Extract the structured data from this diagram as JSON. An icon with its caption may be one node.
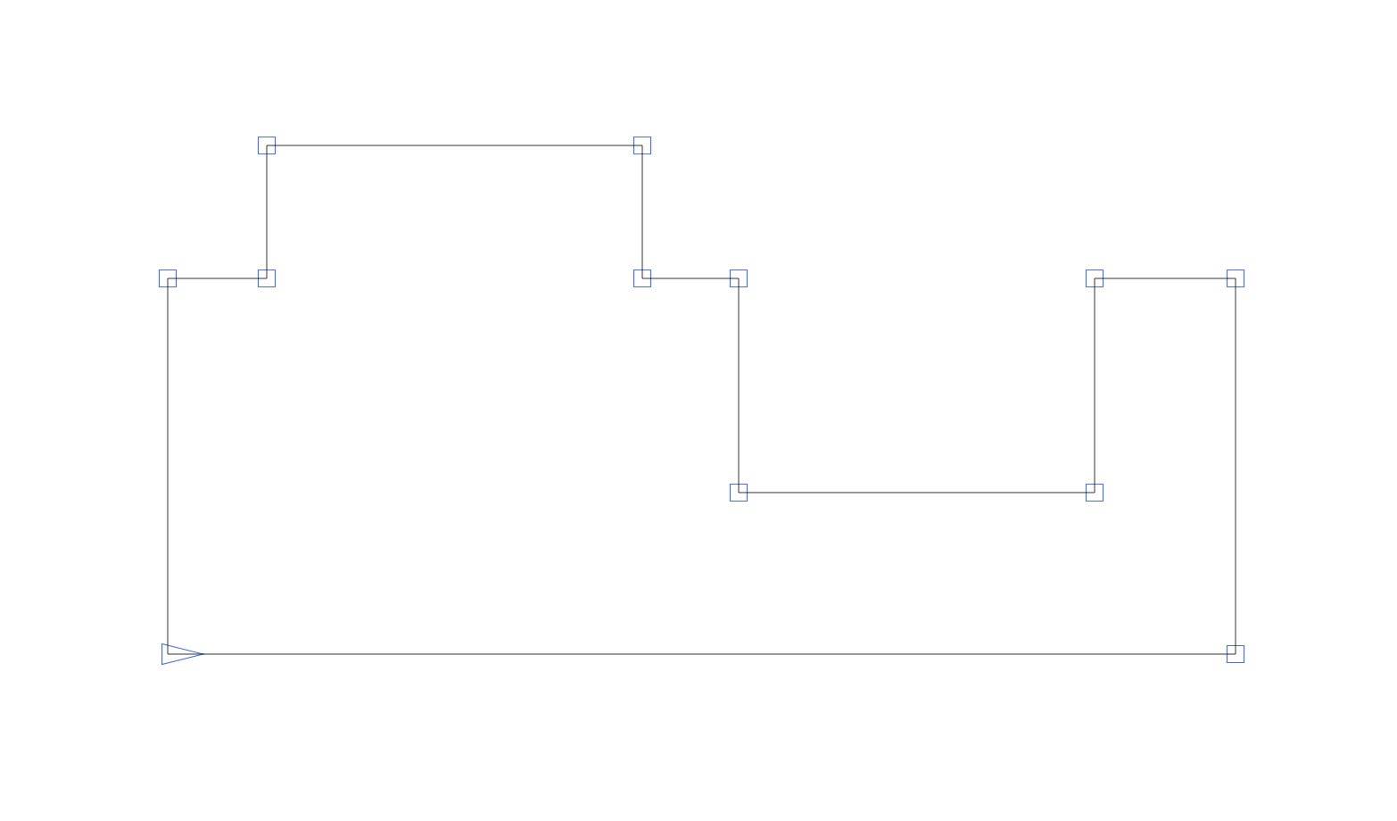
{
  "diagram": {
    "nodes": [
      {
        "text": [],
        "shape": "box"
      },
      {
        "text": [],
        "shape": "box"
      },
      {
        "text": [],
        "shape": "box"
      },
      {
        "text": [],
        "shape": "box"
      },
      {
        "text": [],
        "shape": "box"
      },
      {
        "text": [],
        "shape": "box"
      },
      {
        "text": [],
        "shape": "box"
      },
      {
        "text": [],
        "shape": "box"
      },
      {
        "text": [],
        "shape": "box"
      },
      {
        "text": [],
        "shape": "box"
      },
      {
        "text": [],
        "shape": "triangle"
      },
      {
        "text": [],
        "shape": "box"
      }
    ],
    "edges": [
      {
        "from": 10,
        "to": 2,
        "arrow": "none"
      },
      {
        "from": 2,
        "to": 3,
        "arrow": "none"
      },
      {
        "from": 3,
        "to": 0,
        "arrow": "none"
      },
      {
        "from": 0,
        "to": 1,
        "arrow": "none"
      },
      {
        "from": 1,
        "to": 4,
        "arrow": "none"
      },
      {
        "from": 4,
        "to": 5,
        "arrow": "none"
      },
      {
        "from": 5,
        "to": 8,
        "arrow": "none"
      },
      {
        "from": 8,
        "to": 9,
        "arrow": "none"
      },
      {
        "from": 9,
        "to": 6,
        "arrow": "none"
      },
      {
        "from": 6,
        "to": 7,
        "arrow": "none"
      },
      {
        "from": 7,
        "to": 11,
        "arrow": "none"
      },
      {
        "from": 11,
        "to": 10,
        "arrow": "none"
      }
    ]
  }
}
